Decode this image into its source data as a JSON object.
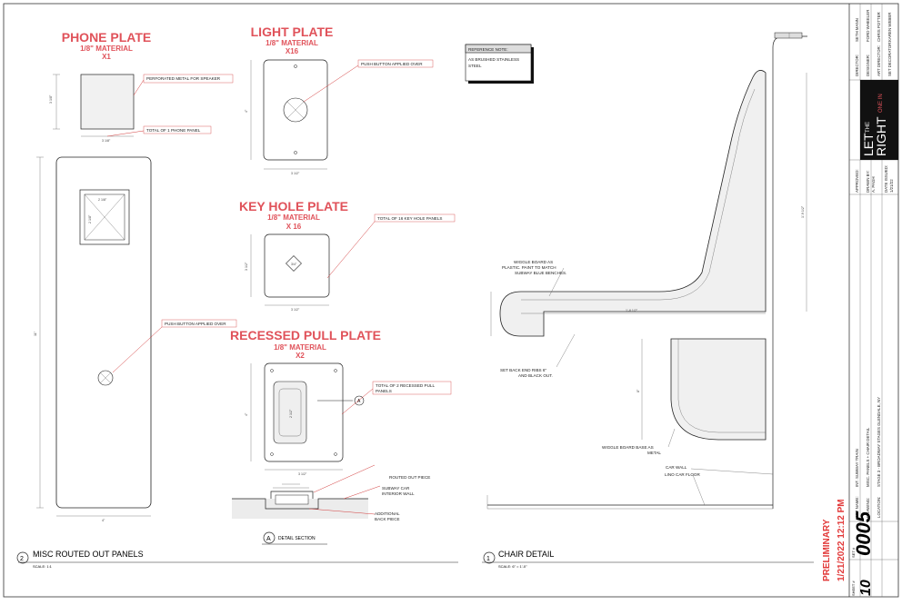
{
  "sheet": {
    "panel_left_title": "MISC ROUTED OUT PANELS",
    "panel_left_num": "2",
    "panel_left_scale": "SCALE: 1:1",
    "panel_right_title": "CHAIR DETAIL",
    "panel_right_num": "1",
    "panel_right_scale": "SCALE: 6\" = 1'-0\"",
    "detail_label": "DETAIL SECTION",
    "detail_letter": "A",
    "reference_header": "REFERENCE NOTE:",
    "reference_text_1": "AS BRUSHED STAINLESS",
    "reference_text_2": "STEEL"
  },
  "plates": {
    "phone": {
      "title": "PHONE PLATE",
      "material": "1/8\" MATERIAL",
      "qty": "X1"
    },
    "light": {
      "title": "LIGHT PLATE",
      "material": "1/8\" MATERIAL",
      "qty": "X16"
    },
    "keyhole": {
      "title": "KEY HOLE PLATE",
      "material": "1/8\" MATERIAL",
      "qty": "X 16"
    },
    "recessed": {
      "title": "RECESSED PULL PLATE",
      "material": "1/8\" MATERIAL",
      "qty": "X2"
    }
  },
  "notes": {
    "perforated": "PERFORATED METAL FOR SPEAKER",
    "total_phone": "TOTAL OF 1 PHONE PANEL",
    "push_button_light": "PUSH BUTTON APPLIED OVER",
    "push_button_phone": "PUSH BUTTON APPLIED OVER",
    "total_keyhole": "TOTAL OF 16 KEY HOLE PANELS",
    "total_recessed_1": "TOTAL OF 2 RECESSED PULL",
    "total_recessed_2": "PANELS",
    "routed_out": "ROUTED OUT PIECE",
    "subway_wall_1": "SUBWAY CAR",
    "subway_wall_2": "INTERIOR WALL",
    "additional_1": "ADDITIONAL",
    "additional_2": "BACK PIECE",
    "wiggle_1": "WIGGLE BOARD AS",
    "wiggle_2": "PLASTIC. PAINT TO MATCH",
    "wiggle_3": "SUBWAY BLUE BENCHES.",
    "ribs_1": "SET BACK END RIBS 6\"",
    "ribs_2": "AND BLACK OUT.",
    "base_1": "WIGGLE BOARD BASE AS",
    "base_2": "METAL",
    "car_wall": "CAR WALL",
    "car_floor": "LINO CAR FLOOR"
  },
  "dims": {
    "phone_w": "3 1/8\"",
    "phone_h": "3 1/8\"",
    "phone_inner_w": "2 1/8\"",
    "phone_inner_h": "2 1/8\"",
    "phone_panel_h": "11\"",
    "phone_panel_w": "4\"",
    "light_h": "4\"",
    "light_w": "3 1/2\"",
    "key_h": "3 1/2\"",
    "key_w": "3 1/2\"",
    "key_inner": "3/4\"",
    "rec_h": "4\"",
    "rec_w": "3 1/2\"",
    "rec_inner": "2 1/2\"",
    "chair_seat": "1'-8 1/2\"",
    "chair_back": "1'-9 1/2\"",
    "chair_base": "8\""
  },
  "title_block": {
    "director_label": "DIRECTOR:",
    "director": "SETH MANN",
    "designer_label": "DESIGNER:",
    "designer": "FORD WHEELER",
    "art_director_label": "ART DIRECTOR:",
    "art_director": "CHRIS POTTER",
    "decorator_label": "SET DECORATOR:",
    "decorator": "KAREN WEBER",
    "logo_line1": "LET",
    "logo_line2": "THE",
    "logo_line3": "RIGHT",
    "logo_line4": "ONE IN",
    "drawn_label": "DRAWN BY:",
    "drawn": "A. PAGH",
    "approved_label": "APPROVED:",
    "date_label": "DATE ISSUED:",
    "date": "1/21/22",
    "set_name_label": "SET NAME:",
    "set_name": "INT. SUBWAY TRAIN",
    "drawing_label": "DRAWING:",
    "drawing": "MISC. PANELS + CHAIR DETAIL",
    "location_label": "LOCATION:",
    "location": "STAGE 3 - BROADWAY STAGES GLENDALE, NY",
    "sheet_label": "SHEET #",
    "sheet_no": "10",
    "set_no_label": "SET #",
    "set_no": "0005",
    "preliminary": "PRELIMINARY",
    "timestamp": "1/21/2022 12:12 PM"
  }
}
